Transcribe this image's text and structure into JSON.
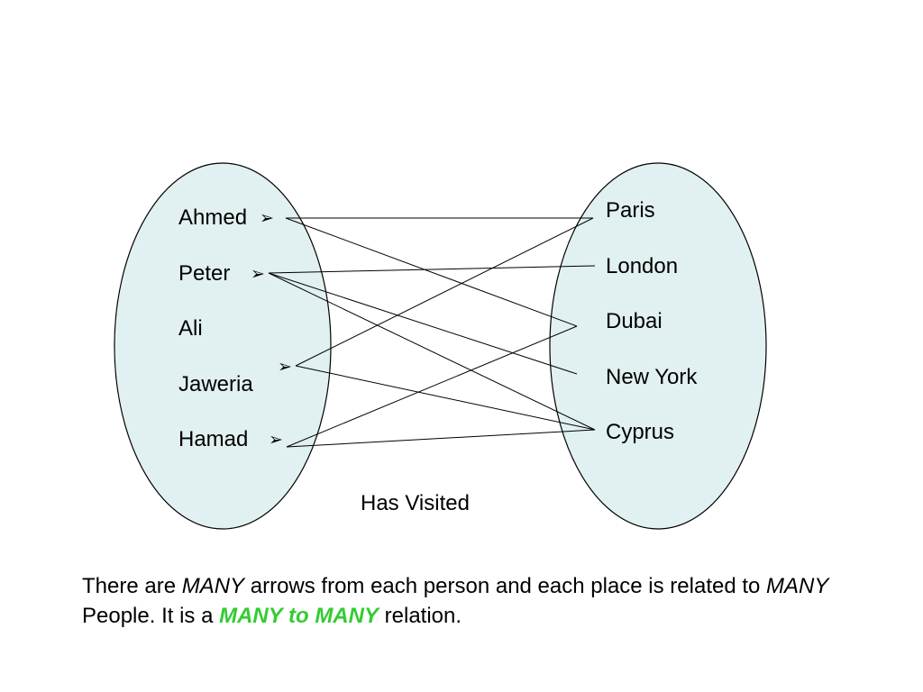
{
  "diagram": {
    "people": [
      {
        "name": "Ahmed",
        "arrow": true
      },
      {
        "name": "Peter",
        "arrow": true
      },
      {
        "name": "Ali",
        "arrow": false
      },
      {
        "name": "Jaweria",
        "arrow": true
      },
      {
        "name": "Hamad",
        "arrow": true
      }
    ],
    "places": [
      "Paris",
      "London",
      "Dubai",
      "New York",
      "Cyprus"
    ],
    "relation_label": "Has Visited",
    "arrow_glyph": "➢",
    "links": [
      {
        "from": "Ahmed",
        "to": "Paris"
      },
      {
        "from": "Ahmed",
        "to": "Dubai"
      },
      {
        "from": "Peter",
        "to": "London"
      },
      {
        "from": "Peter",
        "to": "New York"
      },
      {
        "from": "Peter",
        "to": "Cyprus"
      },
      {
        "from": "Jaweria",
        "to": "Paris"
      },
      {
        "from": "Jaweria",
        "to": "Cyprus"
      },
      {
        "from": "Hamad",
        "to": "Dubai"
      },
      {
        "from": "Hamad",
        "to": "Cyprus"
      }
    ],
    "colors": {
      "set_fill": "#e1f0f0",
      "set_stroke": "#000000",
      "line": "#000000"
    }
  },
  "caption": {
    "part1": "There are ",
    "many1": "MANY",
    "part2": " arrows from each person and each place is related to ",
    "many2": "MANY",
    "part3": " People. It is a ",
    "highlight": "MANY to MANY",
    "part4": " relation.",
    "highlight_color": "#33cc33"
  }
}
